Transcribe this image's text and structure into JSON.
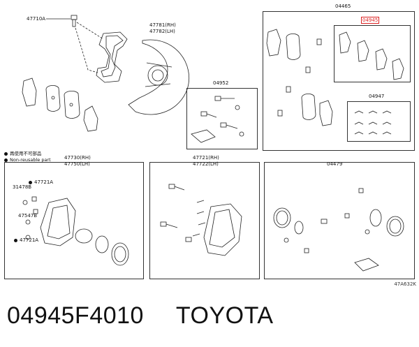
{
  "diagram": {
    "labels": {
      "p47710A": "47710A",
      "p47781": "47781(RH)",
      "p47782": "47782(LH)",
      "p04465": "04465",
      "p04945": "04945",
      "p04952": "04952",
      "p04947": "04947",
      "p47730": "47730(RH)",
      "p47750": "47750(LH)",
      "p47721": "47721(RH)",
      "p47722": "47722(LH)",
      "p04479": "04479",
      "p31478B": "31478B",
      "p47721A_1": "47721A",
      "p47547B": "47547B",
      "p47721A_2": "47721A"
    },
    "legend": {
      "jp": "再使用不可部品",
      "en": "Non-reusable part"
    },
    "figure_code": "47A632K"
  },
  "caption": {
    "part_number": "04945F4010",
    "brand": "TOYOTA"
  }
}
